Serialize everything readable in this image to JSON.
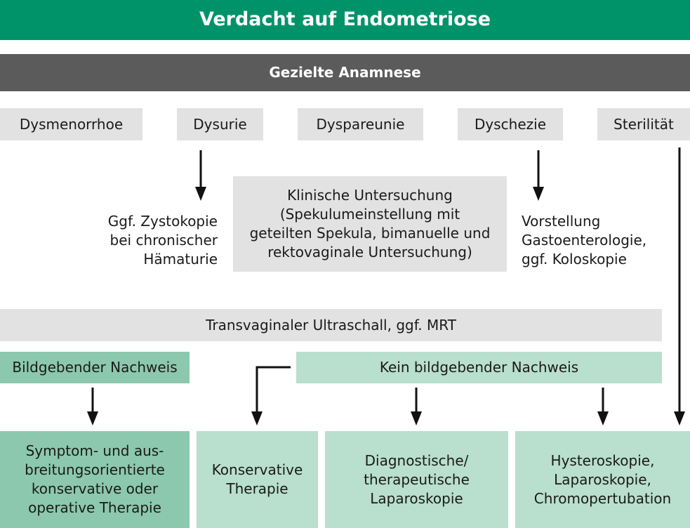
{
  "title": "Verdacht auf Endometriose",
  "anamnese": "Gezielte Anamnese",
  "symptoms": [
    "Dysmenorrhoe",
    "Dysurie",
    "Dyspareunie",
    "Dyschezie",
    "Sterilität"
  ],
  "dysurie_followup": "Ggf. Zystokopie\nbei chronischer\nHämaturie",
  "clinical_exam": "Klinische Untersuchung\n(Spekulumeinstellung mit\ngeteilten Spekula, bimanuelle und\nrektovaginale Untersuchung)",
  "dyschezie_followup": "Vorstellung\nGastoenterologie,\nggf. Koloskopie",
  "imaging": "Transvaginaler Ultraschall, ggf. MRT",
  "imaging_positive": "Bildgebender Nachweis",
  "imaging_negative": "Kein bildgebender Nachweis",
  "outcomes": {
    "positive_therapy": "Symptom- und aus-\nbreitungsorientierte\nkonservative oder\noperative Therapie",
    "conservative": "Konservative\nTherapie",
    "laparoscopy": "Diagnostische/\ntherapeutische\nLaparoskopie",
    "sterility_workup": "Hysteroskopie,\nLaparoskopie,\nChromopertubation"
  },
  "colors": {
    "title_green": "#00936a",
    "anamnese_grey": "#5b5b5b",
    "light_grey": "#e2e2e2",
    "mid_green": "#8cc8ae",
    "light_green": "#b9dfce"
  }
}
